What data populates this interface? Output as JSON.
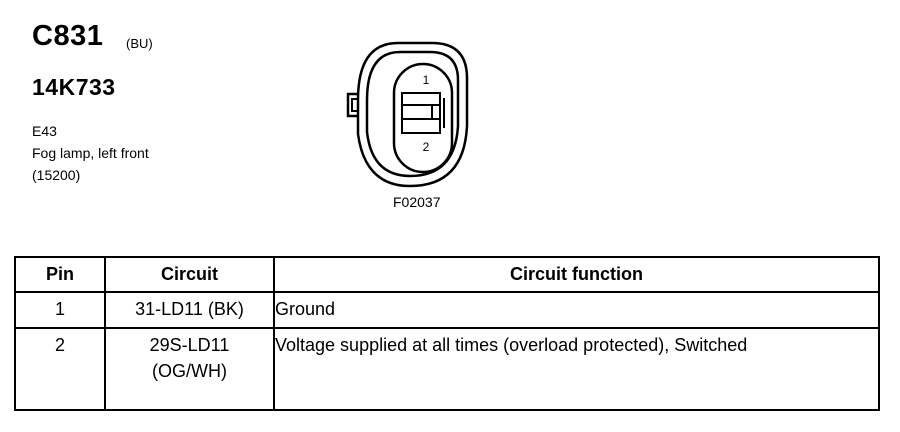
{
  "header": {
    "connector_id": "C831",
    "connector_color": "(BU)",
    "part_number": "14K733",
    "location_code": "E43",
    "description": "Fog lamp, left front",
    "reference": "(15200)"
  },
  "diagram": {
    "pin_labels": [
      "1",
      "2"
    ],
    "figure_code": "F02037"
  },
  "table": {
    "headers": [
      "Pin",
      "Circuit",
      "Circuit function"
    ],
    "rows": [
      {
        "pin": "1",
        "circuit": [
          "31-LD11 (BK)"
        ],
        "function": "Ground"
      },
      {
        "pin": "2",
        "circuit": [
          "29S-LD11",
          "(OG/WH)"
        ],
        "function": "Voltage supplied at all times (overload protected), Switched"
      }
    ]
  }
}
